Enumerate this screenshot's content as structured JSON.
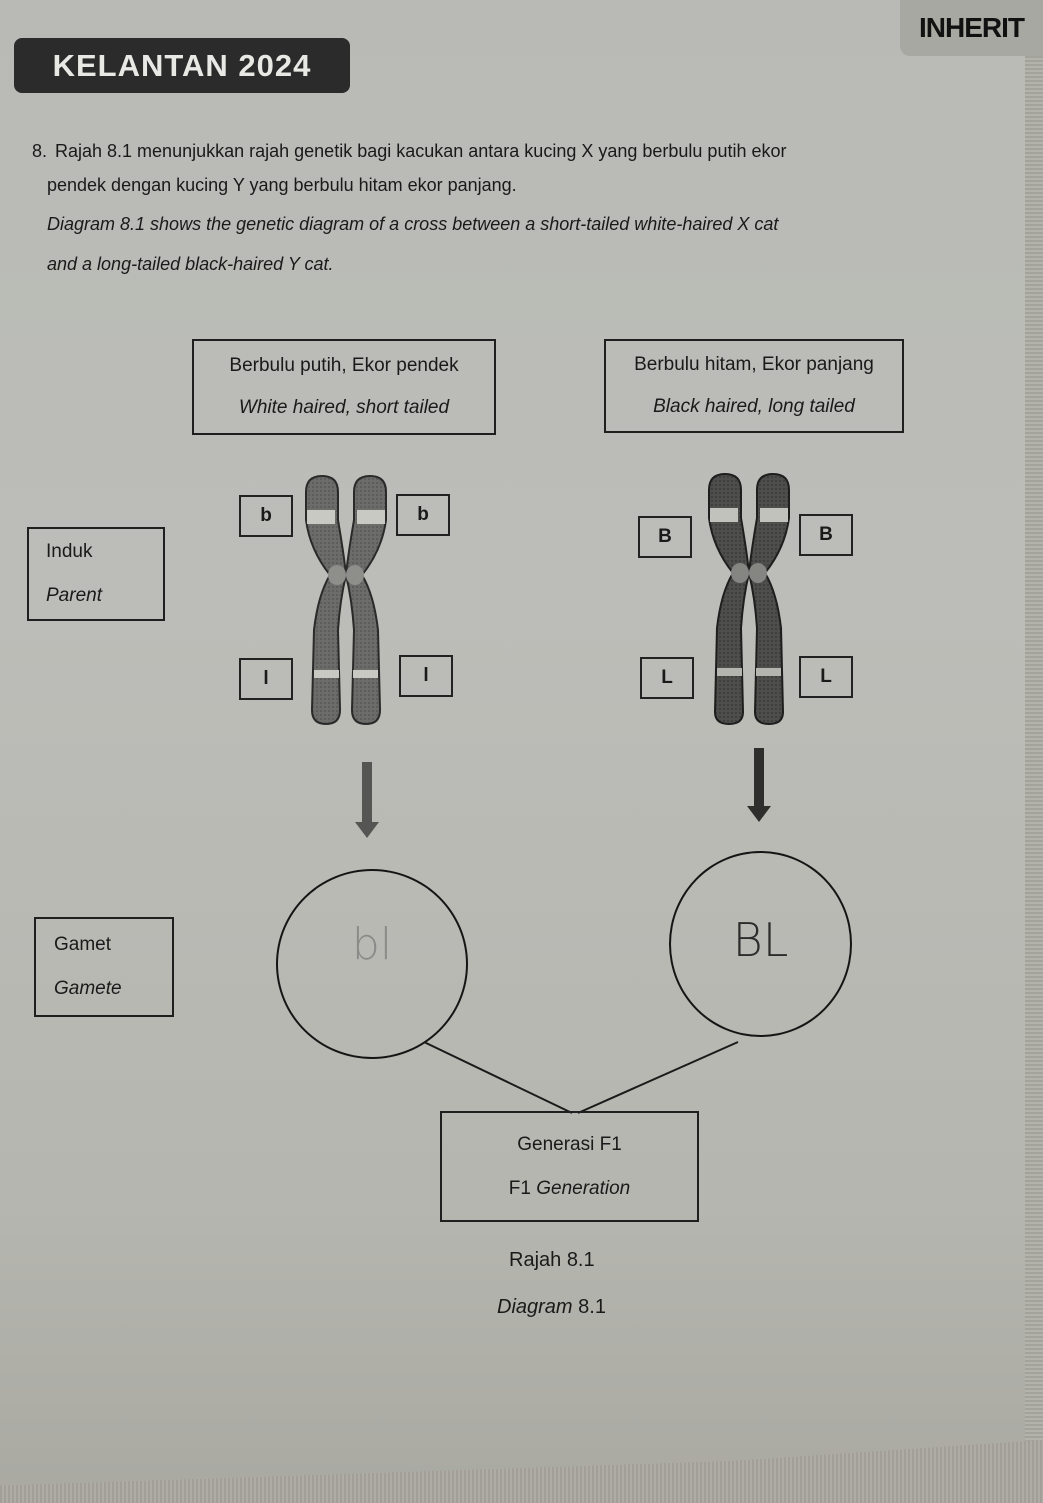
{
  "header": {
    "exam_tag": "KELANTAN 2024",
    "topic_tag": "INHERIT"
  },
  "question": {
    "number": "8.",
    "malay_line1": "Rajah 8.1 menunjukkan rajah genetik bagi kacukan antara kucing X yang berbulu putih ekor",
    "malay_line2": "pendek dengan kucing Y yang berbulu hitam ekor panjang.",
    "english_line1": "Diagram 8.1 shows the genetic diagram of a cross between a short-tailed white-haired X cat",
    "english_line2": "and a long-tailed black-haired Y cat."
  },
  "diagram": {
    "phenotype_x": {
      "malay": "Berbulu putih, Ekor pendek",
      "english": "White haired, short tailed"
    },
    "phenotype_y": {
      "malay": "Berbulu hitam, Ekor panjang",
      "english": "Black haired, long tailed"
    },
    "parent_label": {
      "malay": "Induk",
      "english": "Parent"
    },
    "gamete_label": {
      "malay": "Gamet",
      "english": "Gamete"
    },
    "parent_x_alleles": {
      "top_left": "b",
      "top_right": "b",
      "bottom_left": "l",
      "bottom_right": "l"
    },
    "parent_y_alleles": {
      "top_left": "B",
      "top_right": "B",
      "bottom_left": "L",
      "bottom_right": "L"
    },
    "gamete_x_answer": "bl",
    "gamete_y_answer": "BL",
    "f1_label": {
      "malay": "Generasi F1",
      "english_prefix": "F1",
      "english_italic": "Generation"
    },
    "caption": {
      "malay": "Rajah 8.1",
      "english_italic": "Diagram",
      "english_number": "8.1"
    }
  }
}
